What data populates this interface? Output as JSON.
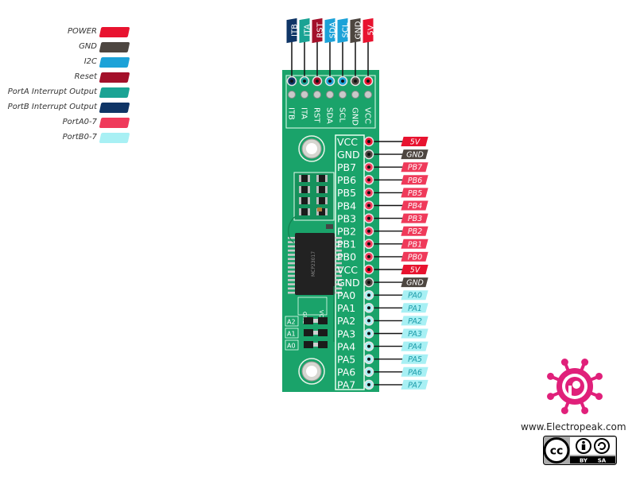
{
  "legend": [
    {
      "label": "POWER",
      "color": "#e8132f"
    },
    {
      "label": "GND",
      "color": "#4d4640"
    },
    {
      "label": "I2C",
      "color": "#1ca2d8"
    },
    {
      "label": "Reset",
      "color": "#a3102a"
    },
    {
      "label": "PortA Interrupt Output",
      "color": "#1aa394"
    },
    {
      "label": "PortB Interrupt Output",
      "color": "#0f3566"
    },
    {
      "label": "PortA0-7",
      "color": "#ef3a5a"
    },
    {
      "label": "PortB0-7",
      "color": "#a8f0f4"
    }
  ],
  "top_pins": [
    {
      "tag": "ITB",
      "color": "#0f3566",
      "text": "#ffffff",
      "silk": "ITB"
    },
    {
      "tag": "ITA",
      "color": "#1aa394",
      "text": "#ffffff",
      "silk": "ITA"
    },
    {
      "tag": "RST",
      "color": "#a3102a",
      "text": "#ffffff",
      "silk": "RST"
    },
    {
      "tag": "SDA",
      "color": "#1ca2d8",
      "text": "#ffffff",
      "silk": "SDA"
    },
    {
      "tag": "SCL",
      "color": "#1ca2d8",
      "text": "#ffffff",
      "silk": "SCL"
    },
    {
      "tag": "GND",
      "color": "#4d4640",
      "text": "#ffffff",
      "silk": "GND"
    },
    {
      "tag": "5V",
      "color": "#e8132f",
      "text": "#ffffff",
      "silk": "VCC"
    }
  ],
  "side_pins": [
    {
      "silk": "VCC",
      "tag": "5V",
      "color": "#e8132f",
      "text": "#ffffff"
    },
    {
      "silk": "GND",
      "tag": "GND",
      "color": "#4d4640",
      "text": "#ffffff"
    },
    {
      "silk": "PB7",
      "tag": "PB7",
      "color": "#ef3a5a",
      "text": "#ffffff"
    },
    {
      "silk": "PB6",
      "tag": "PB6",
      "color": "#ef3a5a",
      "text": "#ffffff"
    },
    {
      "silk": "PB5",
      "tag": "PB5",
      "color": "#ef3a5a",
      "text": "#ffffff"
    },
    {
      "silk": "PB4",
      "tag": "PB4",
      "color": "#ef3a5a",
      "text": "#ffffff"
    },
    {
      "silk": "PB3",
      "tag": "PB3",
      "color": "#ef3a5a",
      "text": "#ffffff"
    },
    {
      "silk": "PB2",
      "tag": "PB2",
      "color": "#ef3a5a",
      "text": "#ffffff"
    },
    {
      "silk": "PB1",
      "tag": "PB1",
      "color": "#ef3a5a",
      "text": "#ffffff"
    },
    {
      "silk": "PB0",
      "tag": "PB0",
      "color": "#ef3a5a",
      "text": "#ffffff"
    },
    {
      "silk": "VCC",
      "tag": "5V",
      "color": "#e8132f",
      "text": "#ffffff"
    },
    {
      "silk": "GND",
      "tag": "GND",
      "color": "#4d4640",
      "text": "#ffffff"
    },
    {
      "silk": "PA0",
      "tag": "PA0",
      "color": "#a8f0f4",
      "text": "#1a9aa8"
    },
    {
      "silk": "PA1",
      "tag": "PA1",
      "color": "#a8f0f4",
      "text": "#1a9aa8"
    },
    {
      "silk": "PA2",
      "tag": "PA2",
      "color": "#a8f0f4",
      "text": "#1a9aa8"
    },
    {
      "silk": "PA3",
      "tag": "PA3",
      "color": "#a8f0f4",
      "text": "#1a9aa8"
    },
    {
      "silk": "PA4",
      "tag": "PA4",
      "color": "#a8f0f4",
      "text": "#1a9aa8"
    },
    {
      "silk": "PA5",
      "tag": "PA5",
      "color": "#a8f0f4",
      "text": "#1a9aa8"
    },
    {
      "silk": "PA6",
      "tag": "PA6",
      "color": "#a8f0f4",
      "text": "#1a9aa8"
    },
    {
      "silk": "PA7",
      "tag": "PA7",
      "color": "#a8f0f4",
      "text": "#1a9aa8"
    }
  ],
  "board": {
    "color": "#1aa36a",
    "address_labels": [
      "A2",
      "A1",
      "A0"
    ],
    "silk_gnd": "GND",
    "silk_vcc": "VCC",
    "chip_marking": "MCP23017"
  },
  "brand": {
    "url": "www.Electropeak.com",
    "logo_color": "#e0207a",
    "cc": {
      "by": "BY",
      "sa": "SA"
    }
  }
}
